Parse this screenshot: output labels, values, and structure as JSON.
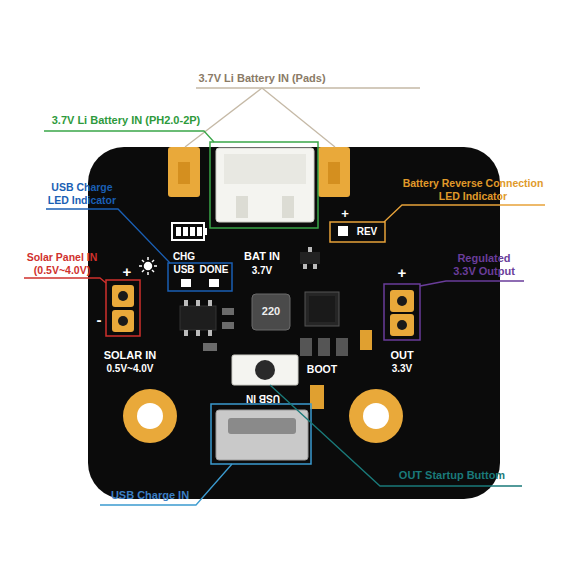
{
  "diagram": {
    "labels": [
      "3.7V Li Battery IN (Pads)",
      "3.7V Li Battery IN (PH2.0-2P)",
      "USB Charge LED Indicator",
      "Battery Reverse Connection LED Indicator",
      "+",
      "REV",
      "CHG",
      "BAT IN",
      "USB",
      "DONE",
      "3.7V",
      "Solar Panel IN (0.5V~4.0V)",
      "Regulated 3.3V Output",
      "+",
      "+",
      "220",
      "-",
      "SOLAR IN",
      "0.5V~4.0V",
      "BOOT",
      "OUT",
      "3.3V",
      "USB IN",
      "OUT Startup Buttom",
      "USB Charge IN"
    ]
  }
}
